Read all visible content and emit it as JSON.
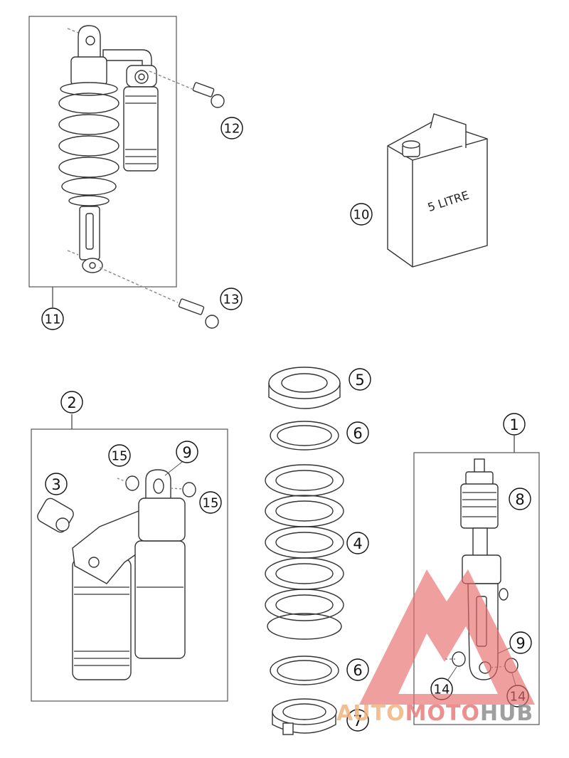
{
  "callouts": [
    {
      "id": "part-1",
      "label": "1"
    },
    {
      "id": "part-2",
      "label": "2"
    },
    {
      "id": "part-3",
      "label": "3"
    },
    {
      "id": "part-4",
      "label": "4"
    },
    {
      "id": "part-5",
      "label": "5"
    },
    {
      "id": "part-6a",
      "label": "6"
    },
    {
      "id": "part-6b",
      "label": "6"
    },
    {
      "id": "part-7",
      "label": "7"
    },
    {
      "id": "part-8",
      "label": "8"
    },
    {
      "id": "part-9a",
      "label": "9"
    },
    {
      "id": "part-9b",
      "label": "9"
    },
    {
      "id": "part-10",
      "label": "10"
    },
    {
      "id": "part-11",
      "label": "11"
    },
    {
      "id": "part-12",
      "label": "12"
    },
    {
      "id": "part-13",
      "label": "13"
    },
    {
      "id": "part-14a",
      "label": "14"
    },
    {
      "id": "part-14b",
      "label": "14"
    },
    {
      "id": "part-15a",
      "label": "15"
    },
    {
      "id": "part-15b",
      "label": "15"
    }
  ],
  "oil_can": {
    "label": "5 LITRE"
  },
  "watermark": {
    "part1": "AUTO",
    "part2": "MOTO",
    "part3": "HUB"
  },
  "colors": {
    "line": "#333333",
    "watermark_red": "#e97c7c",
    "watermark_orange": "#f2b47d",
    "watermark_gray": "#8f8f8f"
  }
}
